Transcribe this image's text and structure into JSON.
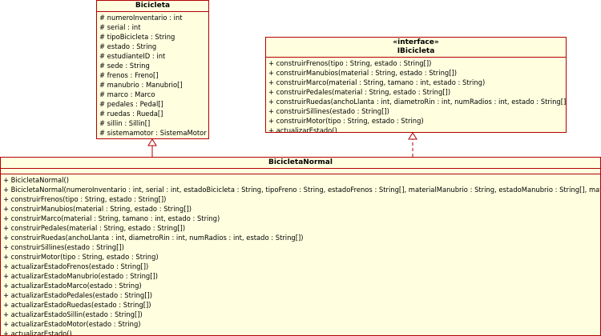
{
  "bicicleta": {
    "name": "Bicicleta",
    "attributes": [
      "# numeroInventario : int",
      "# serial : int",
      "# tipoBicicleta : String",
      "# estado : String",
      "# estudianteID : int",
      "# sede : String",
      "# frenos : Freno[]",
      "# manubrio : Manubrio[]",
      "# marco : Marco",
      "# pedales : Pedal[]",
      "# ruedas : Rueda[]",
      "# sillin : Sillin[]",
      "# sistemamotor : SistemaMotor"
    ]
  },
  "ibicicleta": {
    "stereotype": "«interface»",
    "name": "IBicicleta",
    "operations": [
      "+ construirFrenos(tipo : String, estado : String[])",
      "+ construirManubios(material : String, estado : String[])",
      "+ construirMarco(material : String, tamano : int, estado : String)",
      "+ construirPedales(material : String, estado : String[])",
      "+ construirRuedas(anchoLlanta : int, diametroRin : int, numRadios : int, estado : String[])",
      "+ construirSillines(estado : String[])",
      "+ construirMotor(tipo : String, estado : String)",
      "+ actualizarEstado()"
    ]
  },
  "bicicletaNormal": {
    "name": "BicicletaNormal",
    "operations": [
      "+ BicicletaNormal()",
      "+ BicicletaNormal(numeroInventario : int, serial : int, estadoBicicleta : String, tipoFreno : String, estadoFrenos : String[], materialManubrio : String, estadoManubrio : String[], mat",
      "+ construirFrenos(tipo : String, estado : String[])",
      "+ construirManubios(material : String, estado : String[])",
      "+ construirMarco(material : String, tamano : int, estado : String)",
      "+ construirPedales(material : String, estado : String[])",
      "+ construirRuedas(anchoLlanta : int, diametroRin : int, numRadios : int, estado : String[])",
      "+ construirSillines(estado : String[])",
      "+ construirMotor(tipo : String, estado : String)",
      "+ actualizarEstadoFrenos(estado : String[])",
      "+ actualizarEstadoManubrio(estado : String[])",
      "+ actualizarEstadoMarco(estado : String)",
      "+ actualizarEstadoPedales(estado : String[])",
      "+ actualizarEstadoRuedas(estado : String[])",
      "+ actualizarEstadoSillin(estado : String[])",
      "+ actualizarEstadoMotor(estado : String)",
      "+ actualizarEstado()"
    ]
  },
  "colors": {
    "border": "#b20000",
    "fill": "#ffffe0"
  }
}
